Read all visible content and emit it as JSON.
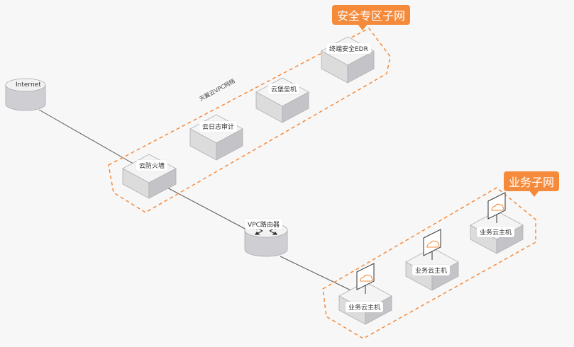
{
  "zones": {
    "security": "安全专区子网",
    "business": "业务子网"
  },
  "path_label": "天翼云VPC网络",
  "nodes": {
    "internet": "Internet",
    "firewall": "云防火墙",
    "log_audit": "云日志审计",
    "bastion": "云堡垒机",
    "edr": "终端安全EDR",
    "router": "VPC路由器",
    "host1": "业务云主机",
    "host2": "业务云主机",
    "host3": "业务云主机"
  },
  "colors": {
    "accent": "#f58a3a",
    "dashed": "#f58a3a",
    "line": "#555555",
    "cube_top": "#f4f4f4",
    "cube_left": "#dcdcdc",
    "cube_right": "#c4c4c8"
  }
}
